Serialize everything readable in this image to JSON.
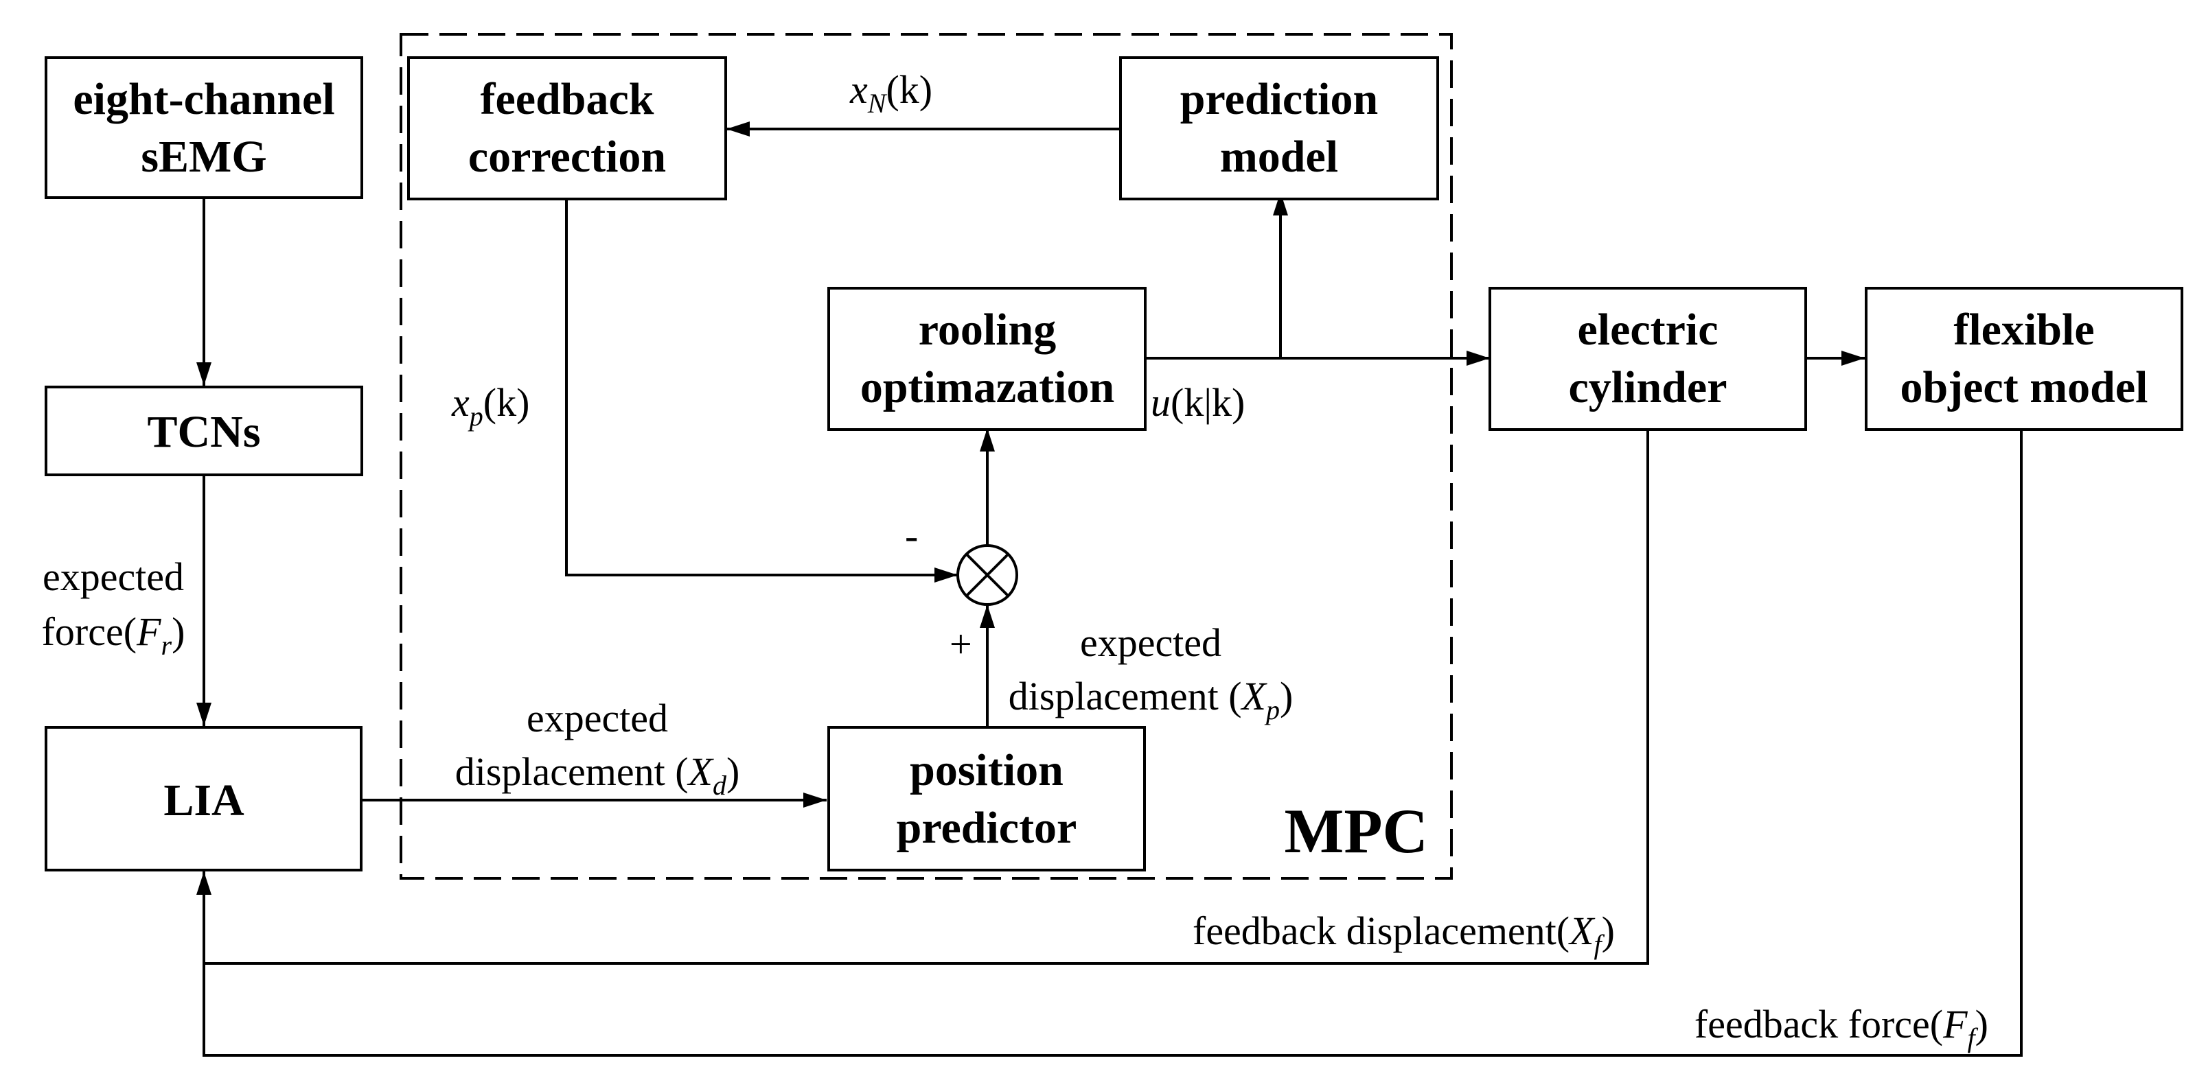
{
  "blocks": {
    "semg": {
      "line1": "eight-channel",
      "line2": "sEMG"
    },
    "tcns": {
      "label": "TCNs"
    },
    "lia": {
      "label": "LIA"
    },
    "feedback_correction": {
      "line1": "feedback",
      "line2": "correction"
    },
    "prediction_model": {
      "line1": "prediction",
      "line2": "model"
    },
    "rolling_optimization": {
      "line1": "rooling",
      "line2": "optimazation"
    },
    "position_predictor": {
      "line1": "position",
      "line2": "predictor"
    },
    "electric_cylinder": {
      "line1": "electric",
      "line2": "cylinder"
    },
    "flexible_object": {
      "line1": "flexible",
      "line2": "object model"
    }
  },
  "group": {
    "label": "MPC"
  },
  "signals": {
    "xn": {
      "var": "x",
      "sub": "N",
      "arg": "(k)"
    },
    "xp": {
      "var": "x",
      "sub": "p",
      "arg": "(k)"
    },
    "u": {
      "var": "u",
      "arg": "(k",
      "bar": "|",
      "arg2": "k)"
    },
    "minus": "-",
    "plus": "+",
    "expected_force": {
      "line1": "expected",
      "line2": "force(",
      "var": "F",
      "sub": "r",
      "close": ")"
    },
    "expected_displacement_d": {
      "line1": "expected",
      "line2": "displacement (",
      "var": "X",
      "sub": "d",
      "close": ")"
    },
    "expected_displacement_p": {
      "line1": "expected",
      "line2": "displacement (",
      "var": "X",
      "sub": "p",
      "close": ")"
    },
    "feedback_displacement": {
      "text": "feedback displacement(",
      "var": "X",
      "sub": "f",
      "close": ")"
    },
    "feedback_force": {
      "text": "feedback force(",
      "var": "F",
      "sub": "f",
      "close": ")"
    }
  }
}
